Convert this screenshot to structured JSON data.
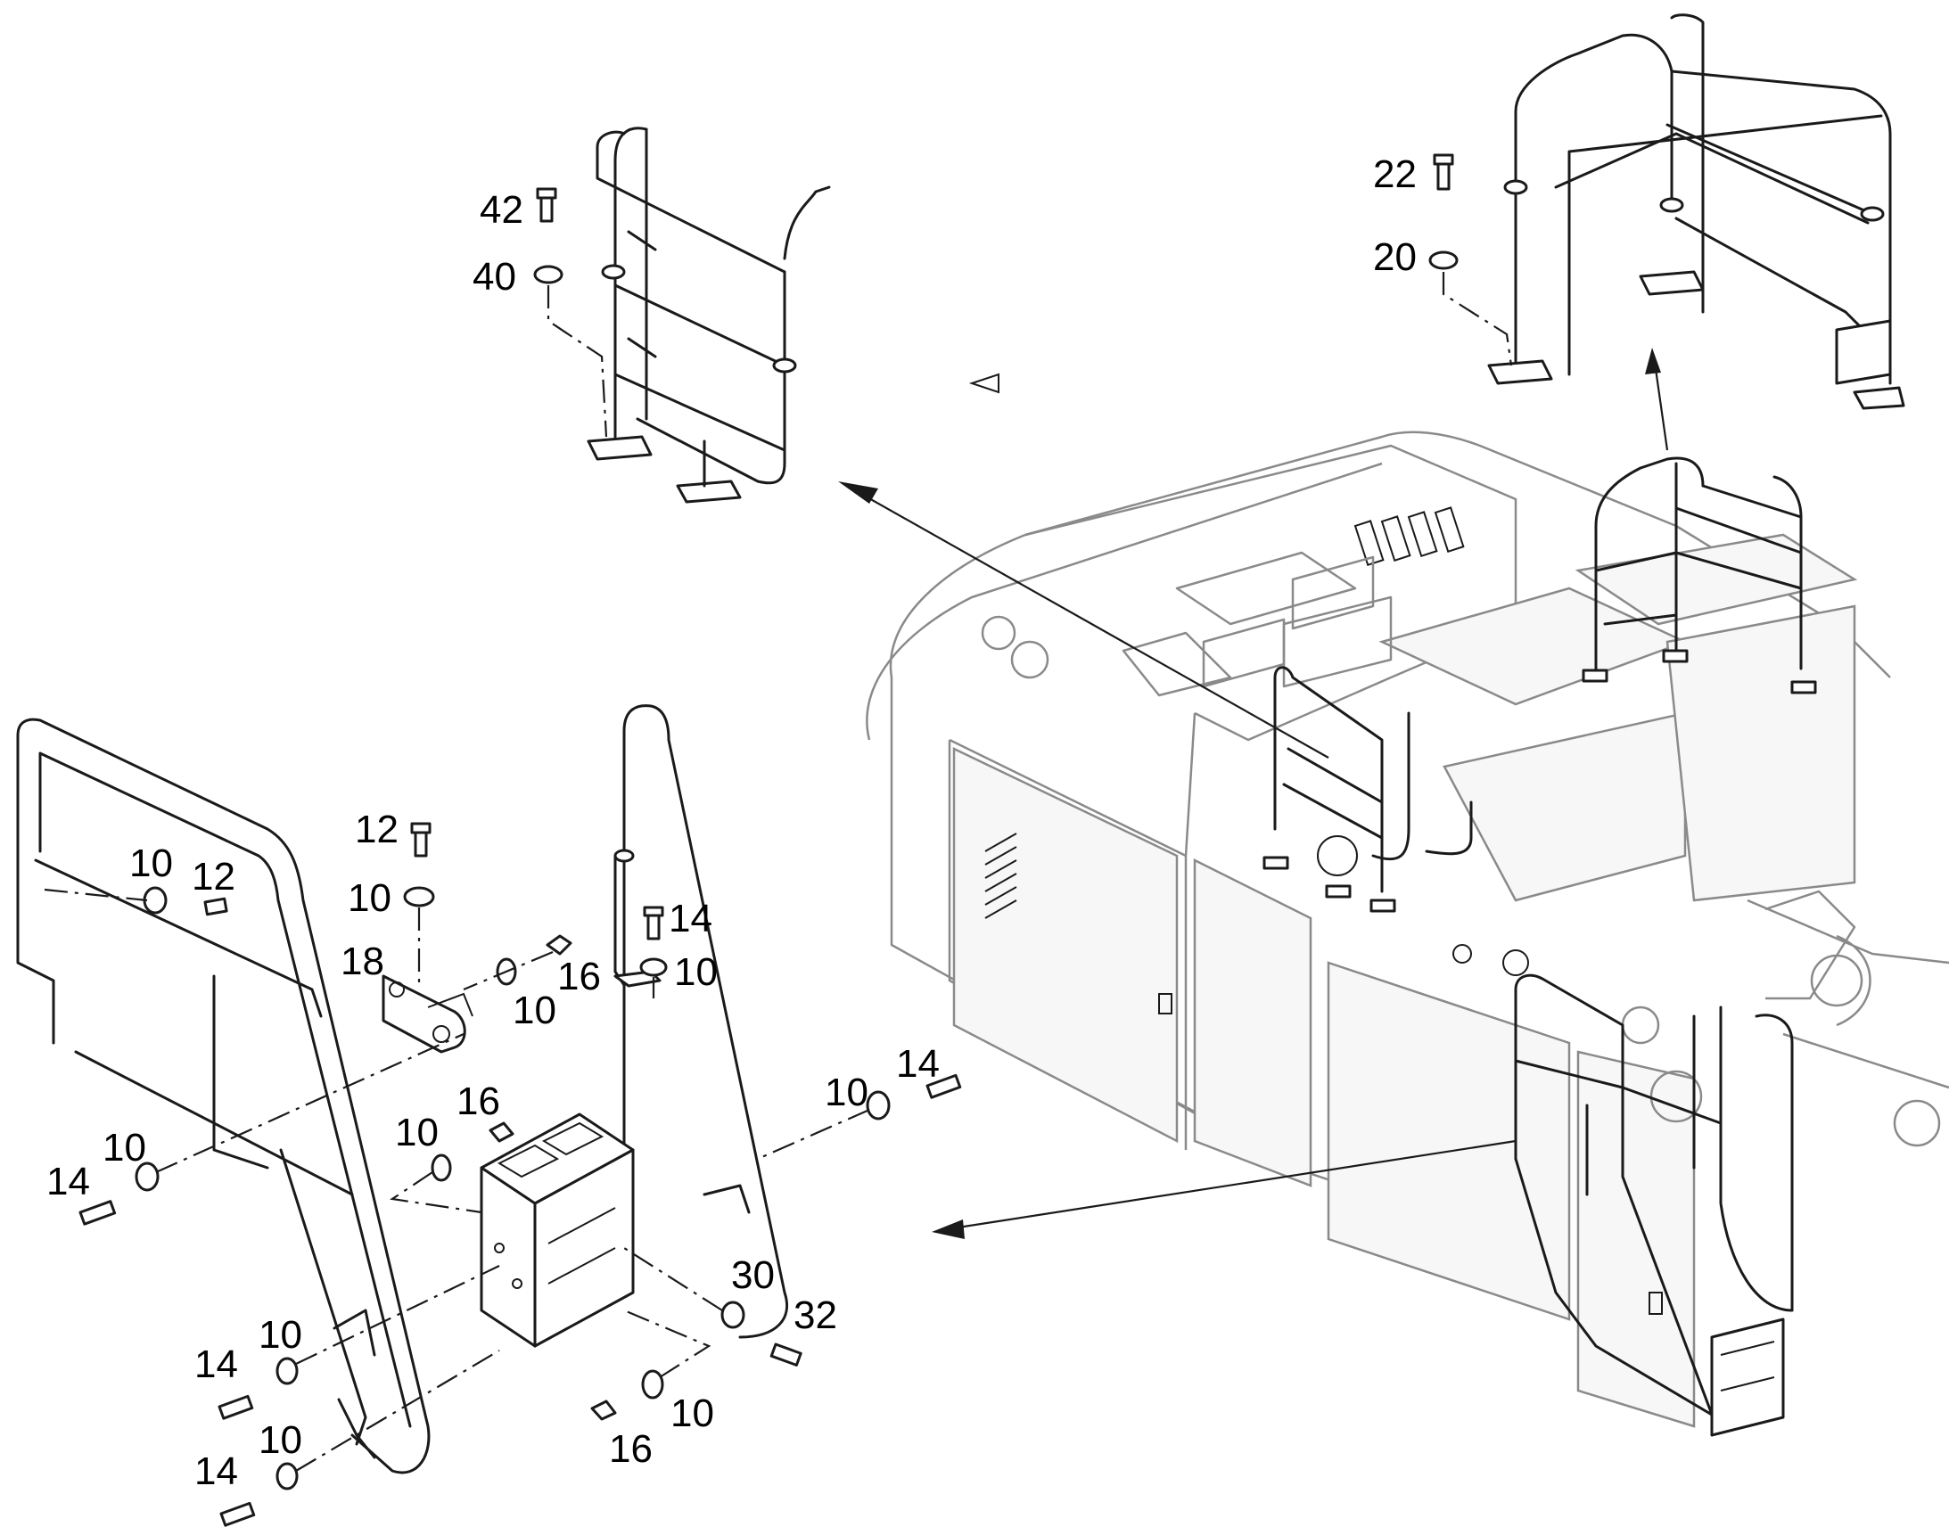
{
  "callouts": {
    "c42": "42",
    "c40": "40",
    "c22": "22",
    "c20": "20",
    "c12a": "12",
    "c10a": "10",
    "c12b": "12",
    "c10b": "10",
    "c18": "18",
    "c16a": "16",
    "c10c": "10",
    "c14a": "14",
    "c10d": "10",
    "c10e": "10",
    "c14b": "14",
    "c16b": "16",
    "c10f": "10",
    "c14c": "14",
    "c10g": "10",
    "c30": "30",
    "c32": "32",
    "c14d": "14",
    "c10h": "10",
    "c10i": "10",
    "c16c": "16",
    "c14e": "14",
    "c10j": "10"
  }
}
